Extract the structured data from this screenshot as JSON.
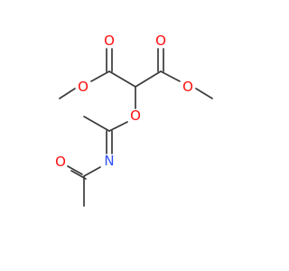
{
  "molecule": {
    "colors": {
      "bond": "#3a3a3a",
      "oxygen": "#ff0d0d",
      "nitrogen": "#3050f8"
    },
    "atoms": [
      {
        "id": "o_ester_left_carbonyl",
        "symbol": "O",
        "color": "oxygen",
        "name": "oxygen-atom-left-carbonyl"
      },
      {
        "id": "o_ester_right_carbonyl",
        "symbol": "O",
        "color": "oxygen",
        "name": "oxygen-atom-right-carbonyl"
      },
      {
        "id": "o_ester_left_ether",
        "symbol": "O",
        "color": "oxygen",
        "name": "oxygen-atom-left-methoxy"
      },
      {
        "id": "o_ester_right_ether",
        "symbol": "O",
        "color": "oxygen",
        "name": "oxygen-atom-right-methoxy"
      },
      {
        "id": "o_imidate",
        "symbol": "O",
        "color": "oxygen",
        "name": "oxygen-atom-imidate"
      },
      {
        "id": "n_imine",
        "symbol": "N",
        "color": "nitrogen",
        "name": "nitrogen-atom-imine"
      },
      {
        "id": "o_acetyl",
        "symbol": "O",
        "color": "oxygen",
        "name": "oxygen-atom-acetyl"
      }
    ]
  }
}
